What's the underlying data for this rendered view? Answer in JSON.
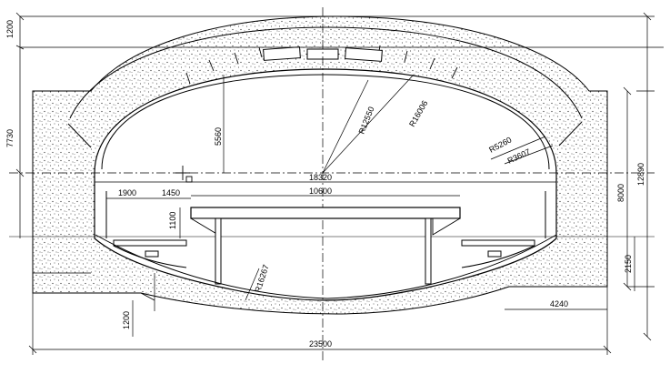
{
  "dimensions": {
    "top_cover": "1200",
    "left_height": "7730",
    "crown_to_springline": "5560",
    "crown_radius": "R12550",
    "outer_radius": "R16006",
    "shoulder_radius_inner": "R5260",
    "shoulder_radius_outer": "R3607",
    "springline_width": "18320",
    "side_walk_width": "1900",
    "side_offset": "1450",
    "deck_width": "10600",
    "deck_depth": "1100",
    "invert_radius": "R16267",
    "right_height_inner": "8000",
    "right_height_total": "12890",
    "right_lower": "2150",
    "bottom_right_width": "4240",
    "bottom_left_depth": "1200",
    "total_width": "23500"
  },
  "colors": {
    "line": "#000000",
    "fill": "#ffffff"
  }
}
